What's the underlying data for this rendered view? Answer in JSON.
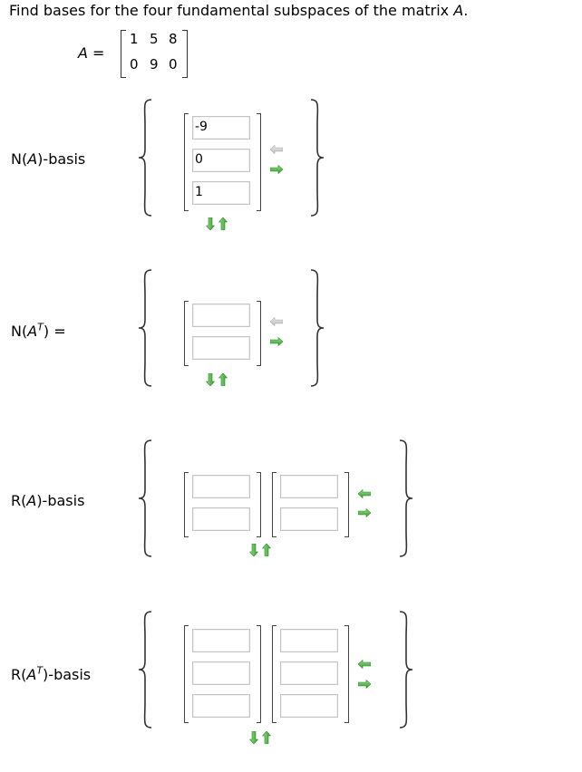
{
  "question": {
    "prefix": "Find bases for the four fundamental subspaces of the matrix ",
    "matrix_var": "A",
    "suffix": "."
  },
  "matrix_a": {
    "label": "A =",
    "rows": [
      [
        "1",
        "5",
        "8"
      ],
      [
        "0",
        "9",
        "0"
      ]
    ]
  },
  "sections": {
    "na": {
      "label_pre": "N(",
      "label_var": "A",
      "label_post": ")-basis",
      "values": [
        "-9",
        "0",
        "1"
      ]
    },
    "nat": {
      "label_pre": "N(",
      "label_var": "A",
      "label_sup": "T",
      "label_post": ") =",
      "values": [
        "",
        ""
      ]
    },
    "ra": {
      "label_pre": "R(",
      "label_var": "A",
      "label_post": ")-basis",
      "col1": [
        "",
        ""
      ],
      "col2": [
        "",
        ""
      ]
    },
    "rat": {
      "label_pre": "R(",
      "label_var": "A",
      "label_sup": "T",
      "label_post": ")-basis",
      "col1": [
        "",
        "",
        ""
      ],
      "col2": [
        "",
        "",
        ""
      ]
    }
  },
  "icons": {
    "remove_column": "arrow-left-icon",
    "add_column": "arrow-right-icon",
    "add_row": "arrow-down-icon",
    "remove_row": "arrow-up-icon"
  },
  "colors": {
    "arrow_green": "#4caf3d",
    "arrow_grey": "#c8c8c8"
  }
}
